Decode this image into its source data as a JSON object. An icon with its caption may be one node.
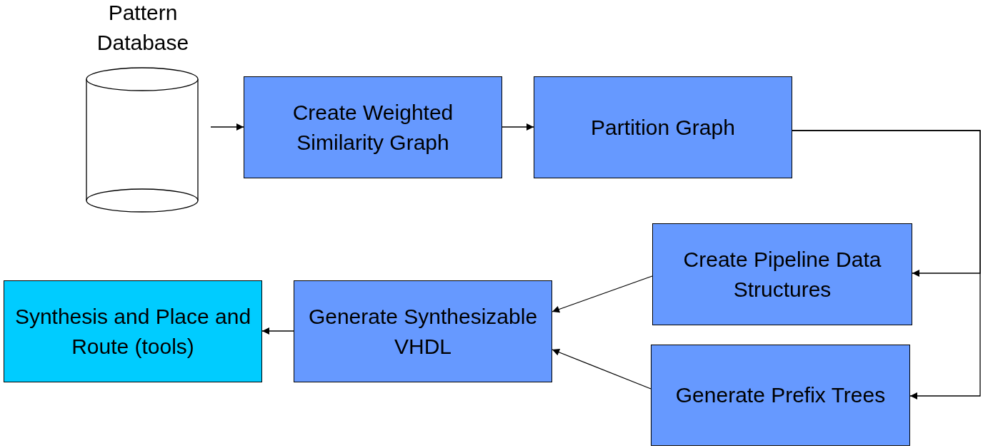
{
  "diagram": {
    "nodes": [
      {
        "text": [
          "Pattern Database"
        ]
      },
      {
        "text": [
          "Create Weighted Similarity Graph"
        ]
      },
      {
        "text": [
          "Partition Graph"
        ]
      },
      {
        "text": [
          "Create Pipeline Data Structures"
        ]
      },
      {
        "text": [
          "Generate Synthesizable VHDL"
        ]
      },
      {
        "text": [
          "Synthesis and Place and Route (tools)"
        ]
      },
      {
        "text": [
          "Generate Prefix Trees"
        ]
      }
    ],
    "edges": [
      {
        "from": 0,
        "to": 1,
        "arrow": "to"
      },
      {
        "from": 1,
        "to": 2,
        "arrow": "to"
      },
      {
        "from": 2,
        "to": 3,
        "arrow": "to"
      },
      {
        "from": 2,
        "to": 6,
        "arrow": "to"
      },
      {
        "from": 3,
        "to": 4,
        "arrow": "to"
      },
      {
        "from": 6,
        "to": 4,
        "arrow": "to"
      },
      {
        "from": 4,
        "to": 5,
        "arrow": "to"
      }
    ]
  }
}
